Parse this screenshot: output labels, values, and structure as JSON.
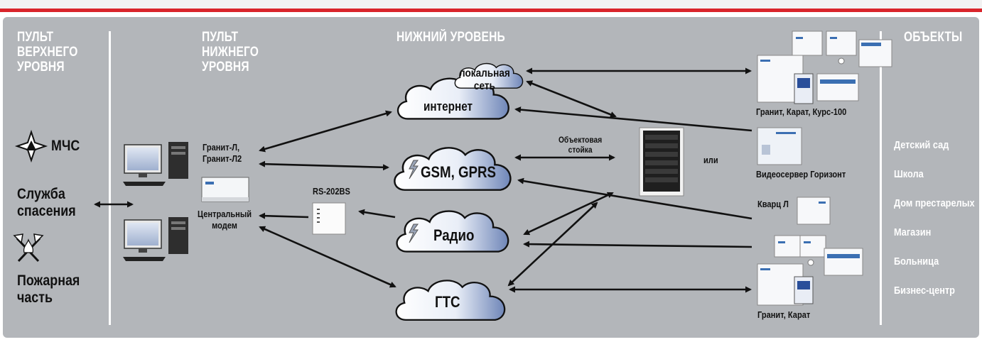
{
  "columns": {
    "upper_console": "ПУЛЬТ\nВЕРХНЕГО\nУРОВНЯ",
    "lower_console": "ПУЛЬТ\nНИЖНЕГО\nУРОВНЯ",
    "lower_level": "НИЖНИЙ УРОВЕНЬ",
    "objects": "ОБЪЕКТЫ"
  },
  "services": {
    "mchs": "МЧС",
    "rescue": "Служба\nспасения",
    "fire": "Пожарная\nчасть"
  },
  "networks": {
    "lan": "локальная\nсеть",
    "internet": "интернет",
    "gsm": "GSM, GPRS",
    "radio": "Радио",
    "pstn": "ГТС"
  },
  "devices": {
    "granit_l": "Гранит-Л,\nГранит-Л2",
    "central_modem": "Центральный\nмодем",
    "rs202bs": "RS-202BS",
    "object_rack": "Объектовая\nстойка",
    "or": "или",
    "granit_karat_kurs": "Гранит, Карат, Курс-100",
    "video_server": "Видеосервер Горизонт",
    "kvarts": "Кварц Л",
    "granit_karat": "Гранит, Карат"
  },
  "objects": [
    "Детский сад",
    "Школа",
    "Дом престарелых",
    "Магазин",
    "Больница",
    "Бизнес-центр"
  ],
  "colors": {
    "accent_red": "#d9242a",
    "panel_gray": "#b3b6ba",
    "cloud_shade": "#6f86b8"
  }
}
